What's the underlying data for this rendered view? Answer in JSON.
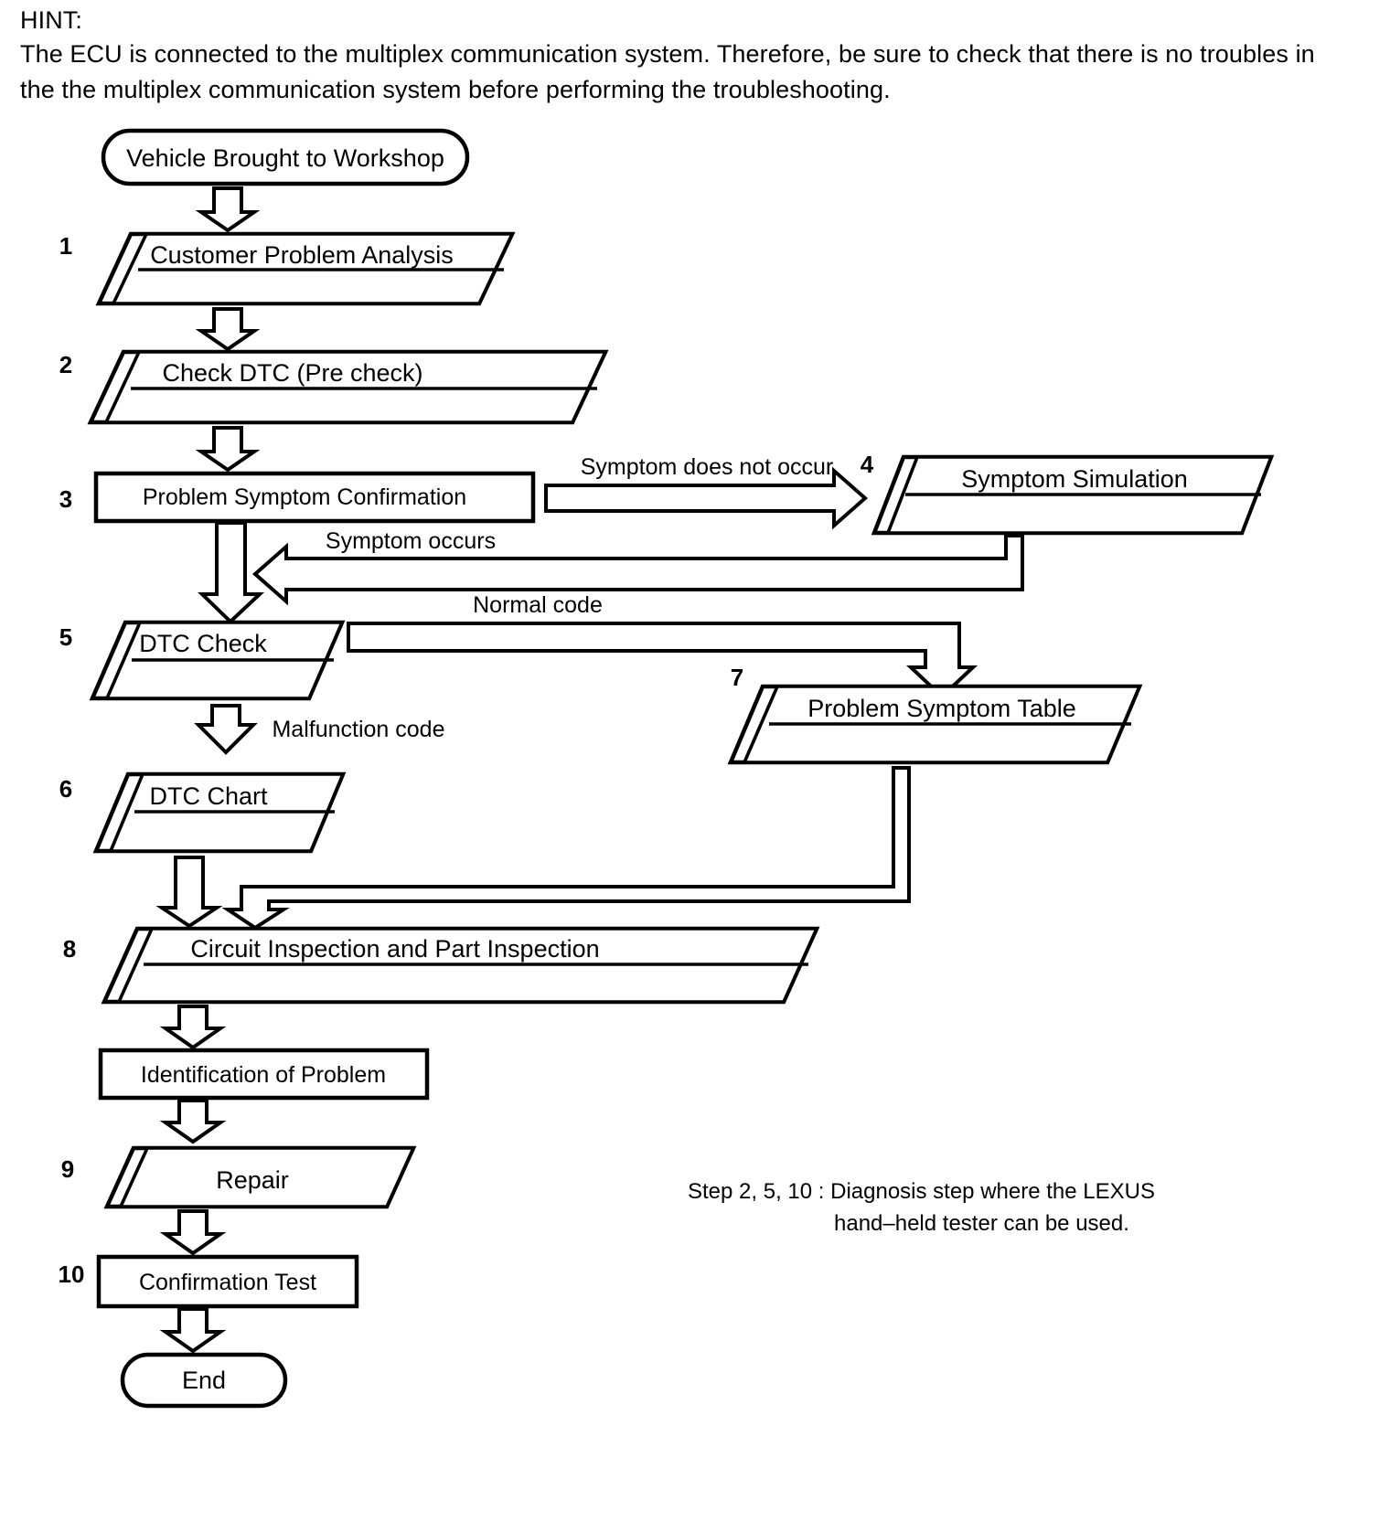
{
  "document": {
    "type": "troubleshooting-flowchart",
    "hint": {
      "label": "HINT:",
      "text": "The ECU is connected to the multiplex communication system. Therefore, be sure to check that there is no troubles in the the multiplex communication system before performing the troubleshooting."
    },
    "legend": {
      "line1": "Step 2, 5, 10 : Diagnosis step where the LEXUS",
      "line2": "hand–held tester can be used."
    }
  },
  "flow": {
    "start": {
      "label": "Vehicle Brought to Workshop",
      "shape": "stadium"
    },
    "end": {
      "label": "End",
      "shape": "stadium"
    },
    "steps": [
      {
        "num": "1",
        "label": "Customer Problem Analysis",
        "shape": "double-parallelogram"
      },
      {
        "num": "2",
        "label": "Check DTC (Pre check)",
        "shape": "double-parallelogram"
      },
      {
        "num": "3",
        "label": "Problem Symptom Confirmation",
        "shape": "rectangle"
      },
      {
        "num": "4",
        "label": "Symptom Simulation",
        "shape": "double-parallelogram"
      },
      {
        "num": "5",
        "label": "DTC Check",
        "shape": "double-parallelogram"
      },
      {
        "num": "6",
        "label": "DTC Chart",
        "shape": "double-parallelogram"
      },
      {
        "num": "7",
        "label": "Problem Symptom Table",
        "shape": "double-parallelogram"
      },
      {
        "num": "8",
        "label": "Circuit Inspection and Part Inspection",
        "shape": "double-parallelogram"
      },
      {
        "num": "",
        "label": "Identification of Problem",
        "shape": "rectangle"
      },
      {
        "num": "9",
        "label": "Repair",
        "shape": "double-parallelogram"
      },
      {
        "num": "10",
        "label": "Confirmation Test",
        "shape": "rectangle"
      }
    ],
    "edge_labels": {
      "symptom_does_not_occur": "Symptom does not occur",
      "symptom_occurs": "Symptom occurs",
      "normal_code": "Normal code",
      "malfunction_code": "Malfunction code"
    }
  },
  "colors": {
    "stroke": "#000000",
    "fill": "#ffffff",
    "text": "#000000"
  }
}
